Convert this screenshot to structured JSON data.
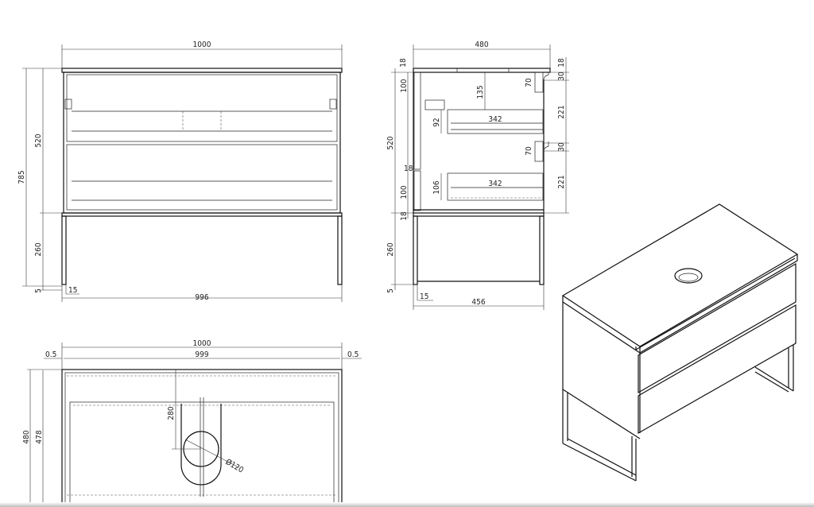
{
  "front_view": {
    "width_top": "1000",
    "upper_height": "520",
    "total_height": "785",
    "leg_height": "260",
    "foot": "5",
    "inset": "15",
    "width_bottom": "996"
  },
  "side_view": {
    "depth_top": "480",
    "top_thk_left": "18",
    "top_thk_right": "18",
    "front_upper": "100",
    "drawer_offset": "135",
    "grip_upper": "70",
    "gap_upper": "30",
    "drawer_upper_h": "221",
    "drawer1_height": "92",
    "drawer1_depth": "342",
    "height": "520",
    "grip_lower": "70",
    "gap_lower": "30",
    "drawer_lower_h": "221",
    "panel_18": "18",
    "front_lower": "100",
    "drawer2_height": "106",
    "drawer2_depth": "342",
    "bottom_thk": "18",
    "leg_height": "260",
    "foot": "5",
    "inset": "15",
    "depth_bottom": "456"
  },
  "top_view": {
    "width_outer": "1000",
    "margin_left": "0.5",
    "width_inner": "999",
    "margin_right": "0.5",
    "depth_outer": "480",
    "depth_inner": "478",
    "hole_offset": "280",
    "hole_diameter": "Ø120"
  }
}
